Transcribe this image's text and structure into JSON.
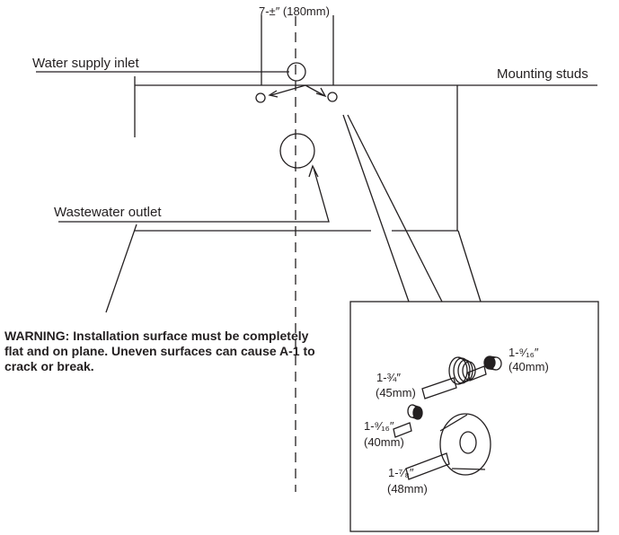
{
  "labels": {
    "top_dimension": "7-±″ (180mm)",
    "water_supply_inlet": "Water supply inlet",
    "mounting_studs": "Mounting studs",
    "wastewater_outlet": "Wastewater outlet"
  },
  "warning": "WARNING: Installation surface must be completely flat and on plane. Uneven surfaces can cause A-1 to crack or break.",
  "detail_dimensions": {
    "d1_fraction": "1-¾″",
    "d1_metric": "(45mm)",
    "d2_fraction": "1-⁹⁄₁₆″",
    "d2_metric": "(40mm)",
    "d3_fraction": "1-⁹⁄₁₆″",
    "d3_metric": "(40mm)",
    "d4_fraction": "1-⁷⁄₈″",
    "d4_metric": "(48mm)"
  }
}
